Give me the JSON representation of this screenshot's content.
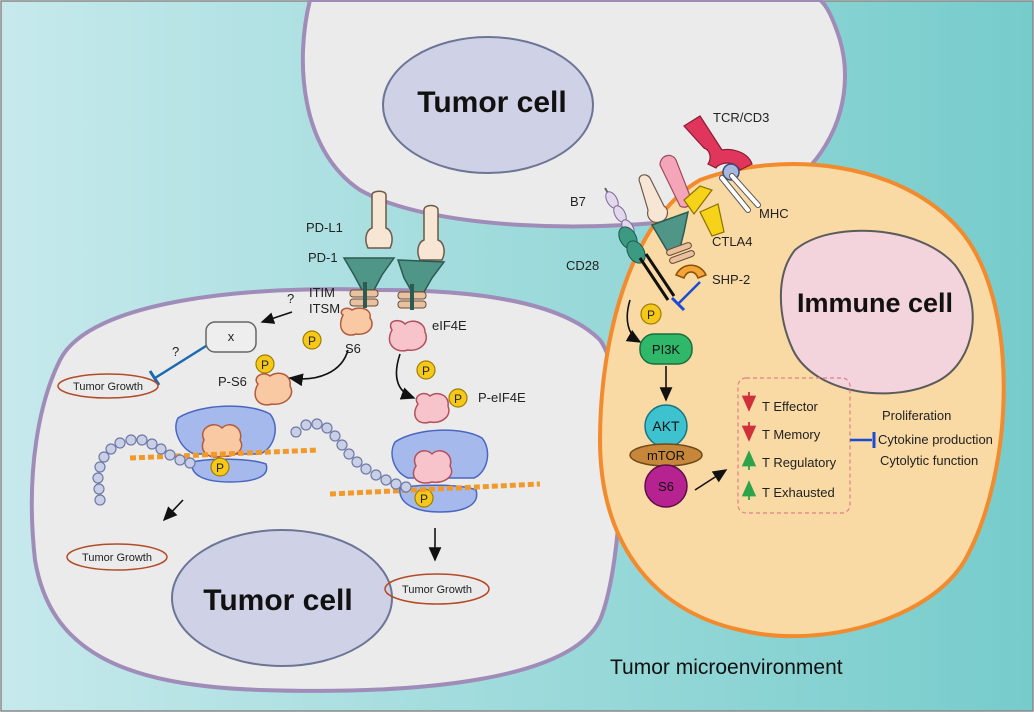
{
  "labels": {
    "tumor_cell_top": "Tumor cell",
    "tumor_cell_bottom": "Tumor cell",
    "immune_cell": "Immune cell",
    "microenvironment": "Tumor microenvironment",
    "pd_l1": "PD-L1",
    "pd_1": "PD-1",
    "itim": "ITIM",
    "itsm": "ITSM",
    "x_box": "x",
    "question_1": "?",
    "question_2": "?",
    "s6": "S6",
    "p_s6": "P-S6",
    "eif4e": "eIF4E",
    "p_eif4e": "P-eIF4E",
    "tumor_growth_1": "Tumor Growth",
    "tumor_growth_2": "Tumor Growth",
    "tumor_growth_3": "Tumor Growth",
    "b7": "B7",
    "cd28": "CD28",
    "tcr_cd3": "TCR/CD3",
    "mhc": "MHC",
    "ctla4": "CTLA4",
    "shp2": "SHP-2",
    "pi3k": "PI3K",
    "akt": "AKT",
    "mtor": "mTOR",
    "s6_immune": "S6",
    "p": "P",
    "t_effector": "T Effector",
    "t_memory": "T Memory",
    "t_regulatory": "T Regulatory",
    "t_exhausted": "T Exhausted",
    "proliferation": "Proliferation",
    "cytokine_production": "Cytokine production",
    "cytolytic_function": "Cytolytic function"
  },
  "colors": {
    "background_left": "#bfe6ea",
    "background_right": "#7ecfcf",
    "cell_fill": "#ebebeb",
    "cell_border": "#a08cb8",
    "nucleus_fill": "#cfd2e6",
    "immune_fill": "#f9d9a4",
    "immune_border": "#f28a2e",
    "immune_nucleus": "#f3d3dc",
    "phospho_yellow": "#f6c81a",
    "pi3k_green": "#2fb86a",
    "akt_teal": "#3ec2cf",
    "mtor_brown": "#c6873a",
    "s6_magenta": "#b6228f",
    "down_arrow": "#d0303a",
    "up_arrow": "#2ea34a",
    "inhibit_blue": "#1a4bd6",
    "growth_oval_border": "#b44a26"
  },
  "icons": [
    "phosphate-icon",
    "ribosome-icon",
    "mrna-strand-icon",
    "inhibition-bar-icon",
    "down-arrow-icon",
    "up-arrow-icon"
  ]
}
